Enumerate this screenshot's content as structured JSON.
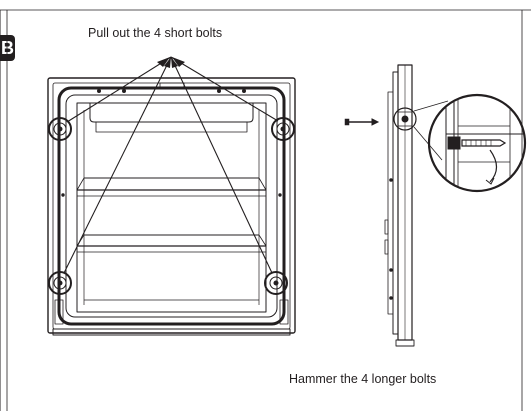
{
  "step": {
    "letter": "B"
  },
  "instructions": {
    "top": "Pull out the 4 short bolts",
    "bottom": "Hammer the 4 longer bolts"
  },
  "colors": {
    "line": "#231f20",
    "background": "#ffffff"
  },
  "figure": {
    "front_view": "door-front-view",
    "side_view": "door-side-view",
    "detail_view": "bolt-detail-magnified",
    "highlighted_bolts": 4
  }
}
